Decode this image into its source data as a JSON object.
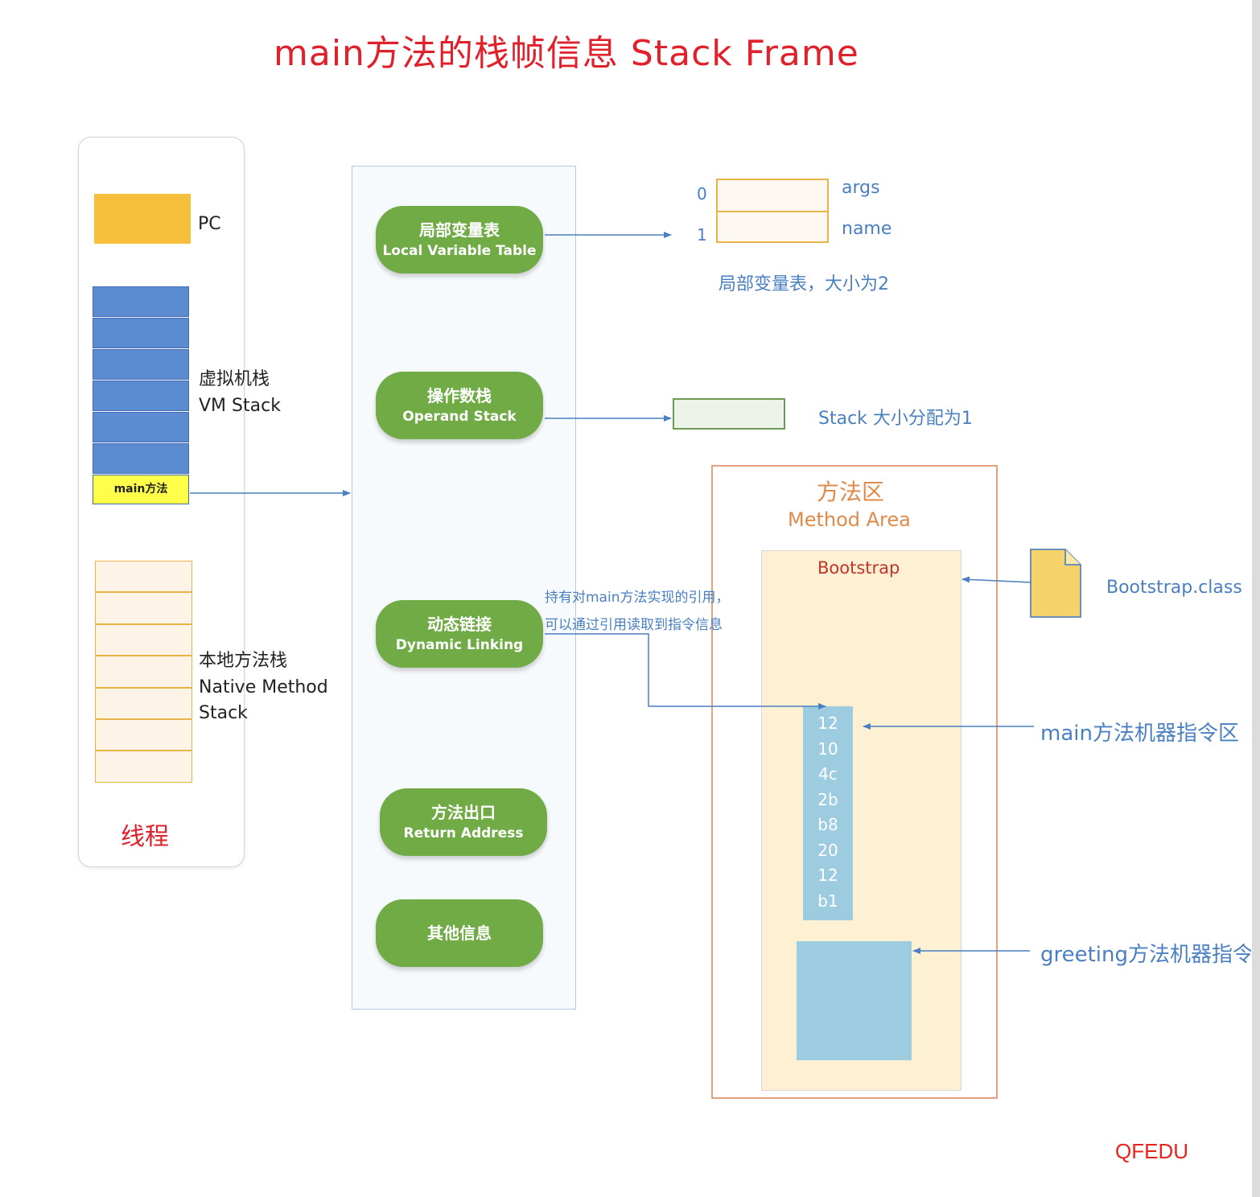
{
  "title": "main方法的栈帧信息 Stack Frame",
  "thread": {
    "pc_label": "PC",
    "vm_stack_cn": "虚拟机栈",
    "vm_stack_en": "VM Stack",
    "main_method_label": "main方法",
    "native_cn": "本地方法栈",
    "native_en_1": "Native Method",
    "native_en_2": "Stack",
    "thread_label": "线程"
  },
  "frame": {
    "local_var_cn": "局部变量表",
    "local_var_en": "Local Variable Table",
    "operand_cn": "操作数栈",
    "operand_en": "Operand Stack",
    "dynamic_cn": "动态链接",
    "dynamic_en": "Dynamic Linking",
    "return_cn": "方法出口",
    "return_en": "Return Address",
    "other_cn": "其他信息"
  },
  "local_vars": {
    "idx0": "0",
    "idx1": "1",
    "var0": "args",
    "var1": "name",
    "caption": "局部变量表，大小为2"
  },
  "operand": {
    "caption": "Stack 大小分配为1"
  },
  "method_area": {
    "cn": "方法区",
    "en": "Method Area",
    "bootstrap": "Bootstrap",
    "file_label": "Bootstrap.class",
    "instructions": [
      "12",
      "10",
      "4c",
      "2b",
      "b8",
      "20",
      "12",
      "b1"
    ],
    "main_instr_label": "main方法机器指令区",
    "greeting_instr_label": "greeting方法机器指令区"
  },
  "dynamic_note": {
    "line1": "持有对main方法实现的引用，",
    "line2": "可以通过引用读取到指令信息"
  },
  "watermark": "QFEDU",
  "colors": {
    "title": "#e0202a",
    "pill": "#70ab46",
    "pc": "#f5bf3b",
    "vm_stack": "#5b8bd0",
    "instr": "#9dcbe0",
    "method_area_border": "#e3a27c",
    "arrow": "#4a7fc1"
  }
}
